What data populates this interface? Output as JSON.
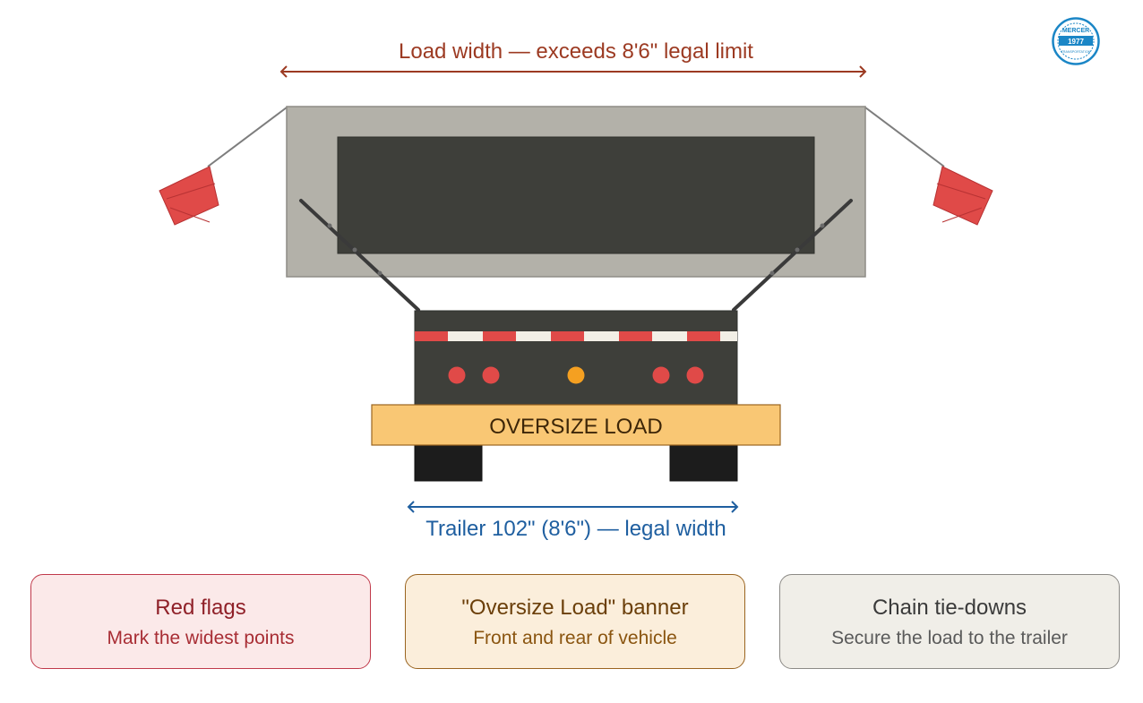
{
  "labels": {
    "load_width": "Load width — exceeds 8'6\" legal limit",
    "trailer_width": "Trailer 102\" (8'6\") — legal width",
    "banner": "OVERSIZE LOAD"
  },
  "logo": {
    "name": "MERCER",
    "year": "1977",
    "tagline": "TRANSPORTATION"
  },
  "cards": [
    {
      "title": "Red flags",
      "subtitle": "Mark the widest points"
    },
    {
      "title": "\"Oversize Load\" banner",
      "subtitle": "Front and rear of vehicle"
    },
    {
      "title": "Chain tie-downs",
      "subtitle": "Secure the load to the trailer"
    }
  ],
  "colors": {
    "load_arrow": "#9c3a22",
    "trailer_arrow": "#1f5fa0",
    "flag": "#e04a48",
    "banner": "#f9c774",
    "marker_amber": "#f5a021",
    "marker_red": "#e04a48"
  }
}
